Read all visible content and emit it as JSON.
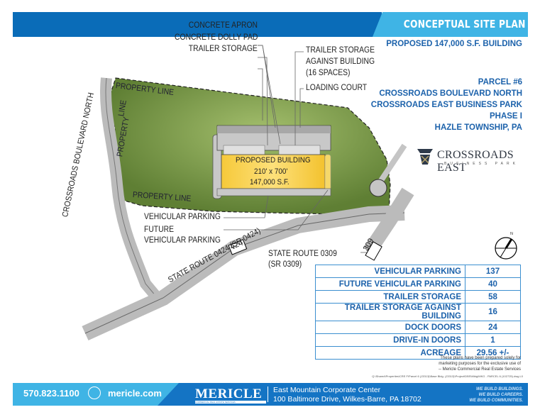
{
  "header": {
    "title": "CONCEPTUAL SITE PLAN",
    "subtitle": "PROPOSED 147,000 S.F. BUILDING",
    "colors": {
      "dark_blue": "#0a6cb8",
      "light_blue": "#3fb4e5",
      "text_blue": "#1c62ab"
    }
  },
  "parcel_info": {
    "line1": "PARCEL #6",
    "line2": "CROSSROADS BOULEVARD NORTH",
    "line3": "CROSSROADS EAST BUSINESS PARK",
    "line4": "PHASE I",
    "line5": "HAZLE TOWNSHIP, PA"
  },
  "park_logo": {
    "name": "CROSSROADS EAST",
    "sub": "BUSINESS PARK"
  },
  "callouts": {
    "concrete_apron": "CONCRETE APRON",
    "concrete_dolly_pad": "CONCRETE DOLLY PAD",
    "trailer_storage": "TRAILER STORAGE",
    "trailer_storage_against_1": "TRAILER STORAGE",
    "trailer_storage_against_2": "AGAINST BUILDING",
    "trailer_storage_against_3": "(16 SPACES)",
    "loading_court": "LOADING COURT",
    "vehicular_parking": "VEHICULAR PARKING",
    "future_1": "FUTURE",
    "future_2": "VEHICULAR PARKING",
    "property_line_top": "PROPERTY LINE",
    "property_line_side": "PROPERTY",
    "property_line_side2": "LINE",
    "property_line_bottom": "PROPERTY LINE",
    "road_crossroads": "CROSSROADS BOULEVARD NORTH",
    "road_sr0424": "STATE ROUTE 0424 (SR 0424)",
    "shield_424": "424",
    "road_sr0309_1": "STATE ROUTE 0309",
    "road_sr0309_2": "(SR 0309)",
    "shield_309": "309",
    "north": "N"
  },
  "building": {
    "label": "PROPOSED BUILDING",
    "dimensions": "210' x 700'",
    "area": "147,000 S.F."
  },
  "stats": [
    {
      "label": "VEHICULAR PARKING",
      "value": "137"
    },
    {
      "label": "FUTURE VEHICULAR PARKING",
      "value": "40"
    },
    {
      "label": "TRAILER STORAGE",
      "value": "58"
    },
    {
      "label": "TRAILER STORAGE AGAINST BUILDING",
      "value": "16"
    },
    {
      "label": "DOCK DOORS",
      "value": "24"
    },
    {
      "label": "DRIVE-IN DOORS",
      "value": "1"
    },
    {
      "label": "ACREAGE",
      "value": "29.56 +/-"
    }
  ],
  "disclaimer": {
    "line1": "These plans have been prepared solely for",
    "line2": "marketing purposes for the exclusive use of",
    "line3": "-- Mericle Commercial Real Estate Services"
  },
  "file_path": "Q:\\Shared\\Properties\\CRE F\\Parcel 6 (J3313)\\Base Bldg. (J3313)\\Project\\DBS\\Mktg\\MKG - PARCEL 6 (102725).dwg   L0",
  "footer": {
    "phone": "570.823.1100",
    "website": "mericle.com",
    "brand": "MERICLE",
    "brand_sub": "COMMERCIAL REAL ESTATE SERVICES",
    "address1": "East Mountain Corporate Center",
    "address2": "100 Baltimore Drive, Wilkes-Barre, PA 18702",
    "tagline1": "WE BUILD BUILDINGS.",
    "tagline2": "WE BUILD CAREERS.",
    "tagline3": "WE BUILD COMMUNITIES."
  }
}
